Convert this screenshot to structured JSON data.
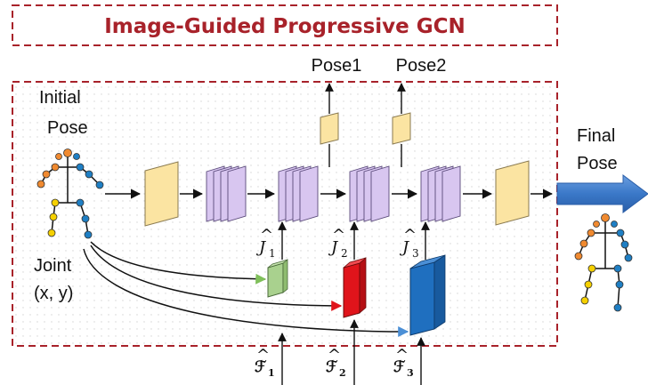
{
  "title": "Image-Guided Progressive GCN",
  "labels": {
    "initial_pose_line1": "Initial",
    "initial_pose_line2": "Pose",
    "joint_line1": "Joint",
    "joint_line2": "(x, y)",
    "pose1": "Pose1",
    "pose2": "Pose2",
    "final_pose_line1": "Final",
    "final_pose_line2": "Pose"
  },
  "math": {
    "j_symbol": "J",
    "j_hat": "^",
    "j1_sub": "1",
    "j2_sub": "2",
    "j3_sub": "3",
    "f_symbol": "ℱ",
    "f_hat": "^",
    "f1_sub": "1",
    "f2_sub": "2",
    "f3_sub": "3"
  },
  "colors": {
    "title_red": "#a8222a",
    "dashed_border": "#a8222a",
    "yellow_block": "#fbe4a2",
    "purple_block": "#d8c6f0",
    "green_feature": "#a9d18e",
    "red_feature": "#e0141b",
    "blue_feature": "#1f6fbf",
    "final_arrow": "#3a78c8",
    "skeleton_orange": "#f08a30",
    "skeleton_blue": "#1f7fc4",
    "skeleton_yellow": "#f5d000"
  }
}
